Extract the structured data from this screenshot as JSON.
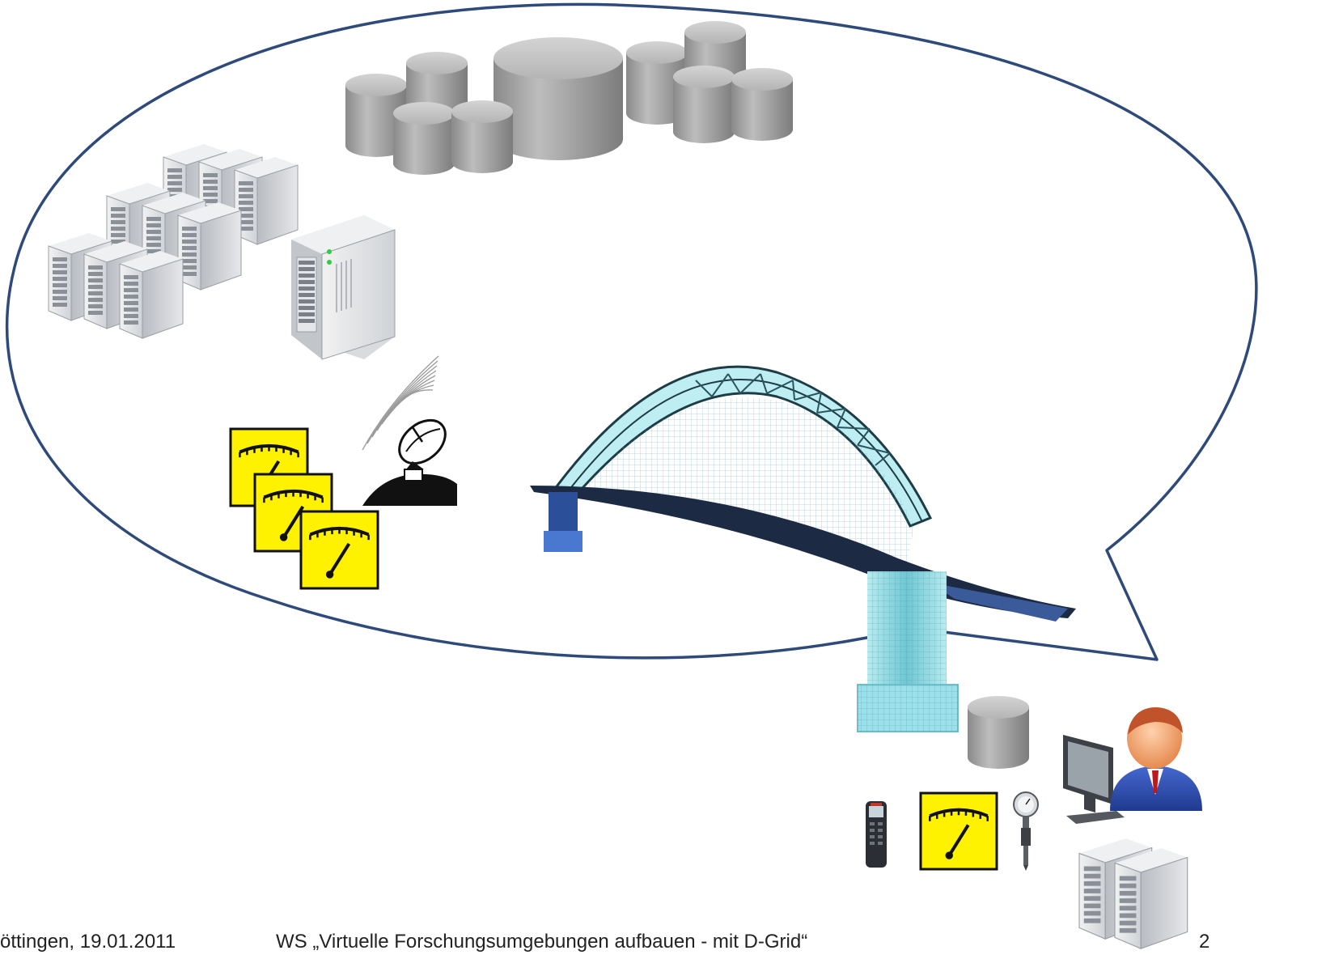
{
  "footer": {
    "location_date": "öttingen, 19.01.2011",
    "workshop_title": "WS „Virtuelle Forschungsumgebungen aufbauen - mit D-Grid“",
    "page_number": "2"
  },
  "icons": {
    "storage": "database-cylinder-icon",
    "compute": "server-tower-icon",
    "instrument": "meter-gauge-icon",
    "antenna": "satellite-dish-icon",
    "structure": "arch-bridge-icon",
    "user": "user-at-workstation-icon",
    "sensor_device": "handheld-sensor-icon",
    "pressure_gauge": "pressure-gauge-icon"
  },
  "colors": {
    "bubble_outline": "#2e4a7a",
    "cylinder_body": "#9c9c9c",
    "cylinder_top": "#c8c8c8",
    "meter_yellow": "#fff200",
    "bridge_cyan": "#8fd4dd",
    "bridge_deck": "#1c2a44",
    "user_suit": "#2b4cae",
    "user_face": "#f4a26b",
    "user_hair": "#c0532a"
  }
}
